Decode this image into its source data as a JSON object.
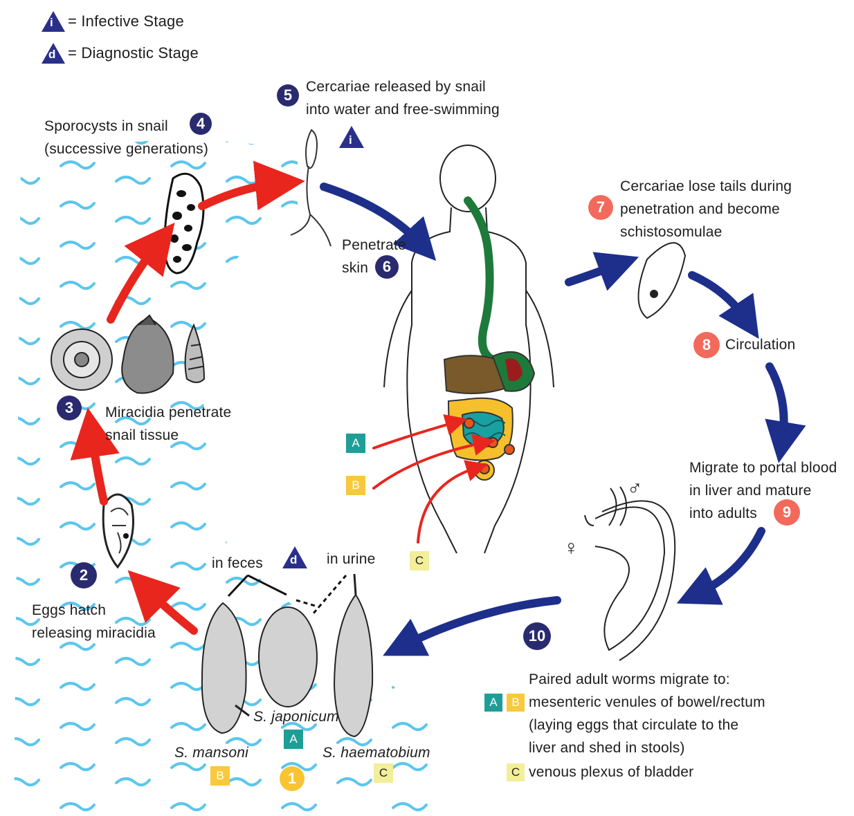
{
  "legend": {
    "infective_symbol": "i",
    "infective_label": "= Infective Stage",
    "diagnostic_symbol": "d",
    "diagnostic_label": "= Diagnostic Stage"
  },
  "steps": {
    "s1": {
      "num": "1"
    },
    "s2": {
      "num": "2",
      "line1": "Eggs hatch",
      "line2": "releasing miracidia"
    },
    "s3": {
      "num": "3",
      "line1": "Miracidia penetrate",
      "line2": "snail tissue"
    },
    "s4": {
      "num": "4",
      "line1": "Sporocysts in snail",
      "line2": "(successive generations)"
    },
    "s5": {
      "num": "5",
      "line1": "Cercariae released by snail",
      "line2": "into water and free-swimming"
    },
    "s6": {
      "num": "6",
      "line1": "Penetrate",
      "line2": "skin"
    },
    "s7": {
      "num": "7",
      "line1": "Cercariae lose tails during",
      "line2": "penetration and become",
      "line3": "schistosomulae"
    },
    "s8": {
      "num": "8",
      "line1": "Circulation"
    },
    "s9": {
      "num": "9",
      "line1": "Migrate to portal blood",
      "line2": "in liver and mature",
      "line3": "into adults"
    },
    "s10": {
      "num": "10"
    }
  },
  "eggs": {
    "in_feces": "in feces",
    "in_urine": "in urine",
    "mansoni": "S. mansoni",
    "japonicum": "S. japonicum",
    "haematobium": "S. haematobium"
  },
  "site_letters": {
    "a": "A",
    "b": "B",
    "c": "C"
  },
  "worms": {
    "female_symbol": "♀",
    "male_symbol": "♂",
    "line1": "Paired adult worms migrate to:",
    "line2": "mesenteric venules of bowel/rectum",
    "line3": "(laying eggs that circulate to the",
    "line4": "liver and shed in stools)",
    "line5": "venous plexus of bladder"
  },
  "colors": {
    "navy": "#2a2a6e",
    "salmon": "#f26a5b",
    "red_arrow": "#e8261e",
    "blue_arrow": "#1d2f8a",
    "water": "#53c3ec",
    "teal": "#1e9e96",
    "gold": "#f8c432"
  }
}
